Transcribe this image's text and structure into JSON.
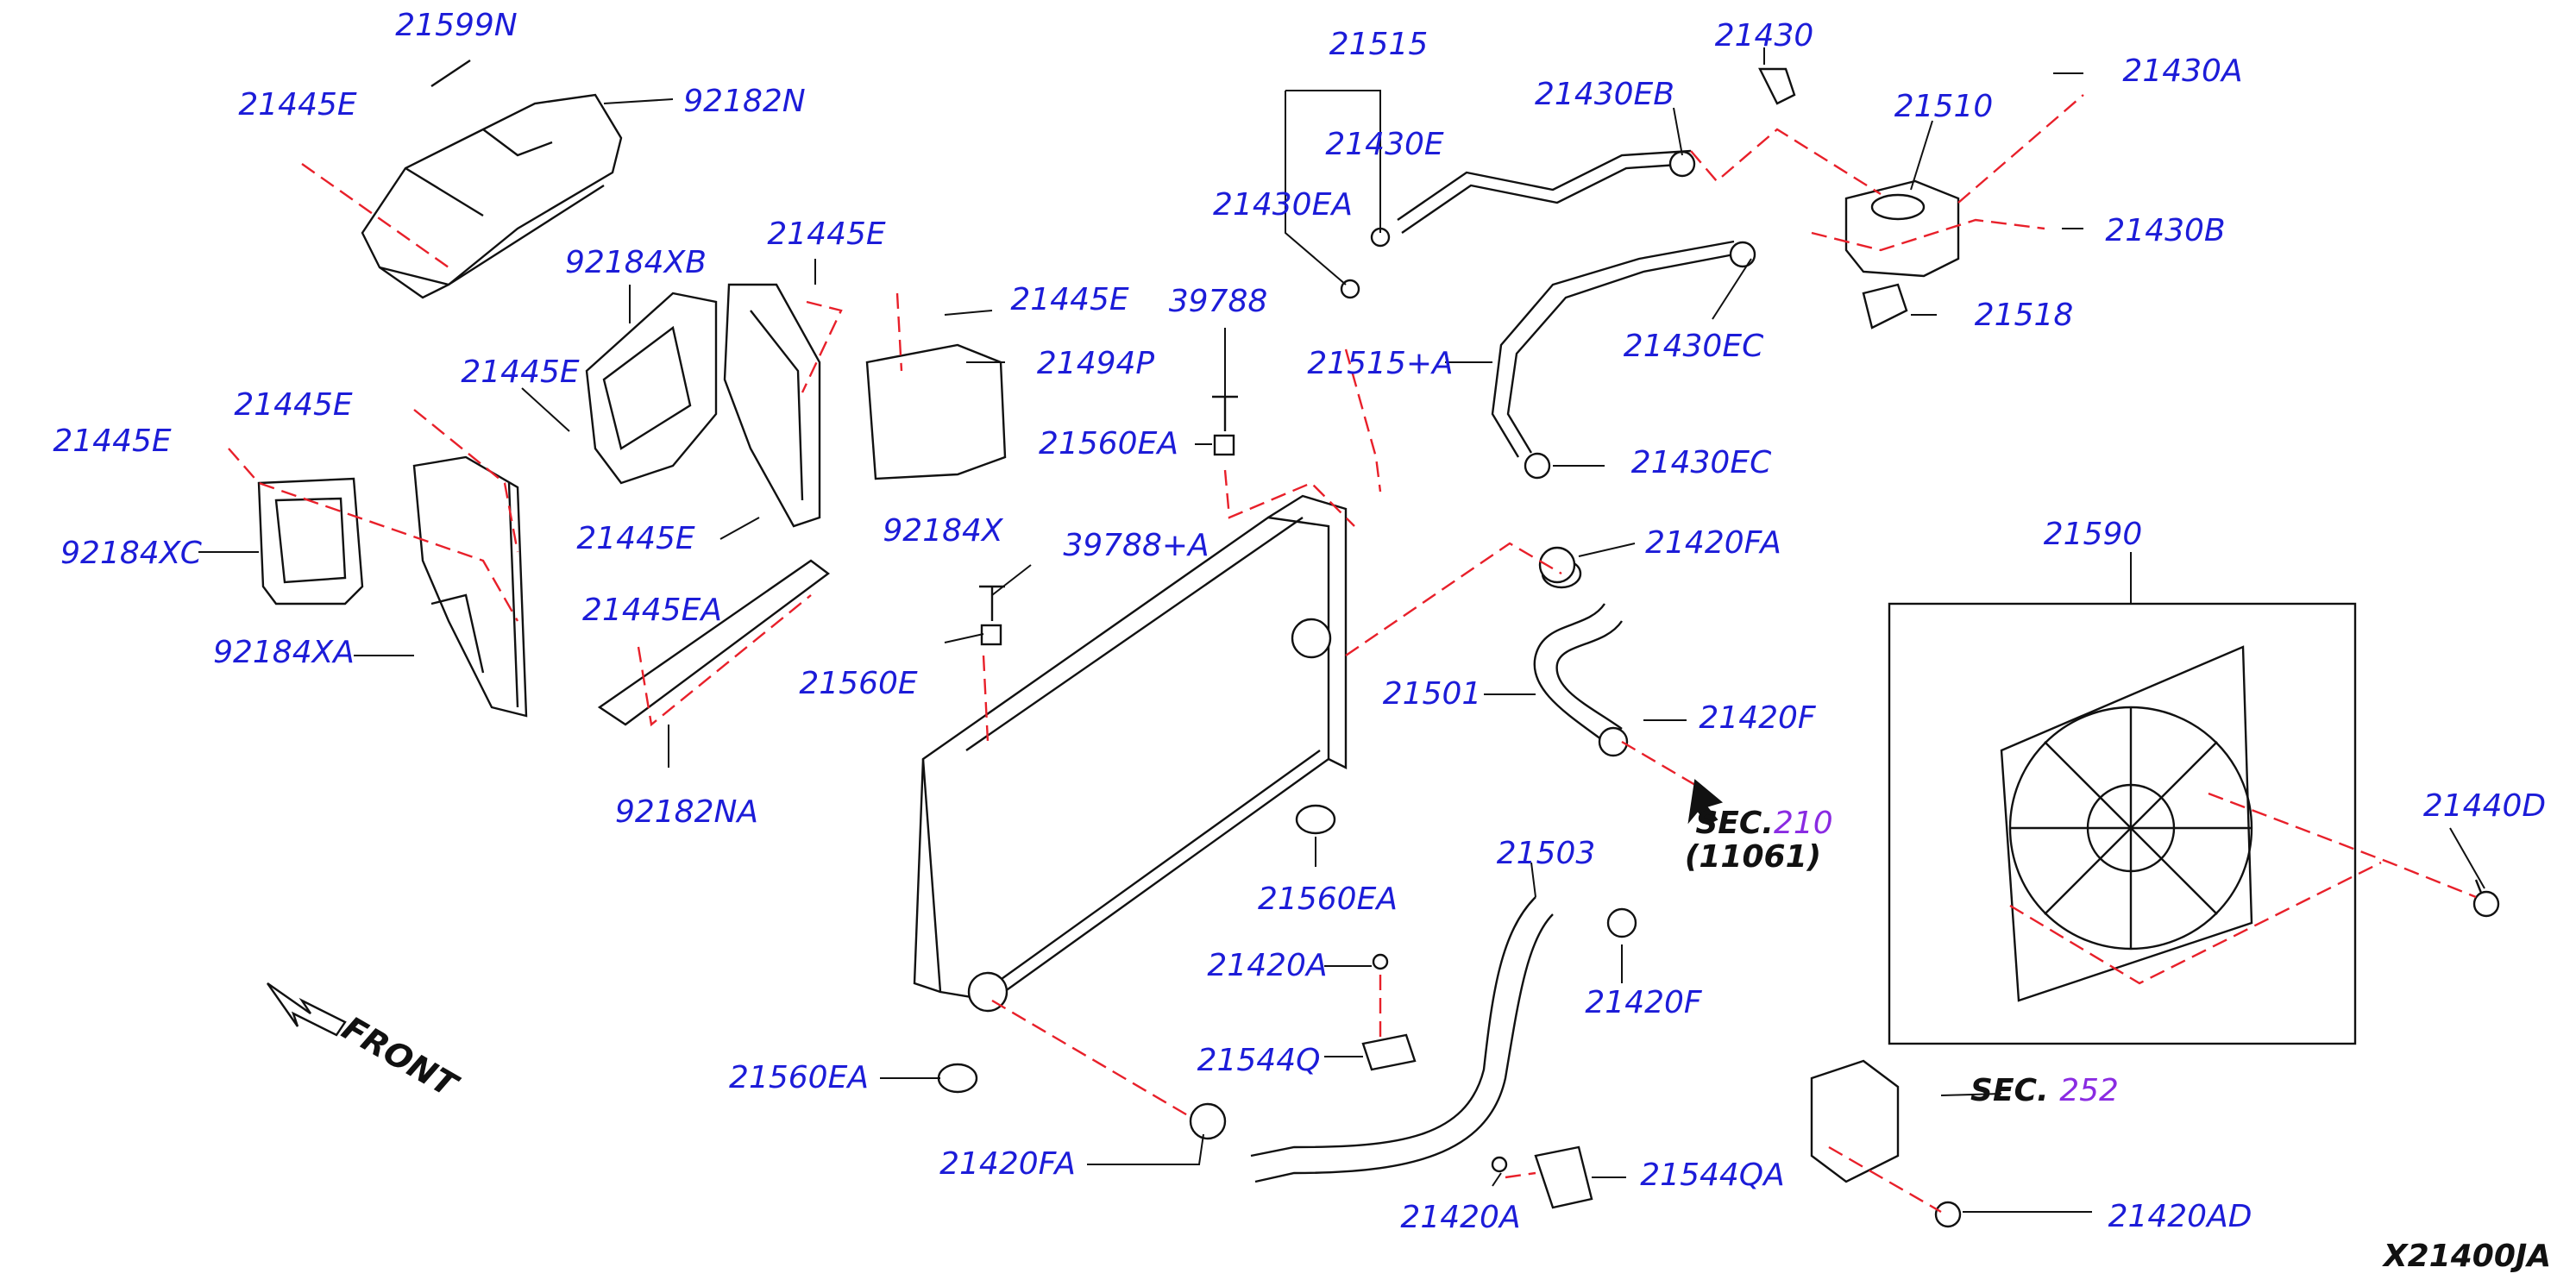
{
  "labels": {
    "l_21599N": "21599N",
    "l_21445E_1": "21445E",
    "l_92182N": "92182N",
    "l_92184XB": "92184XB",
    "l_21445E_2": "21445E",
    "l_21445E_3": "21445E",
    "l_21494P": "21494P",
    "l_21445E_4": "21445E",
    "l_21445E_5": "21445E",
    "l_21445E_6": "21445E",
    "l_21445E_7": "21445E",
    "l_92184X": "92184X",
    "l_92184XC": "92184XC",
    "l_92184XA": "92184XA",
    "l_21445EA": "21445EA",
    "l_92182NA": "92182NA",
    "l_21515": "21515",
    "l_21430E": "21430E",
    "l_21430EA": "21430EA",
    "l_21430EB": "21430EB",
    "l_21430": "21430",
    "l_21430A": "21430A",
    "l_21510": "21510",
    "l_21430B": "21430B",
    "l_21518": "21518",
    "l_21430EC_1": "21430EC",
    "l_21515A": "21515+A",
    "l_21430EC_2": "21430EC",
    "l_39788": "39788",
    "l_21560EA_1": "21560EA",
    "l_39788A": "39788+A",
    "l_21560E": "21560E",
    "l_21420FA_1": "21420FA",
    "l_21501": "21501",
    "l_21420F_1": "21420F",
    "l_21560EA_2": "21560EA",
    "l_21503": "21503",
    "l_21420A_1": "21420A",
    "l_21420F_2": "21420F",
    "l_21544Q": "21544Q",
    "l_21560EA_3": "21560EA",
    "l_21420FA_2": "21420FA",
    "l_21420A_2": "21420A",
    "l_21544QA": "21544QA",
    "l_21590": "21590",
    "l_21440D": "21440D",
    "l_21420AD": "21420AD"
  },
  "sections": {
    "sec1_prefix": "SEC.",
    "sec1_ref": "210",
    "sec1_sub": "(11061)",
    "sec2_prefix": "SEC.",
    "sec2_ref": "252"
  },
  "front_label": "FRONT",
  "diagram_code": "X21400JA",
  "colors": {
    "label_blue": "#1c1cd8",
    "dashed_red": "#e8202a",
    "section_purple": "#8a2be2"
  }
}
